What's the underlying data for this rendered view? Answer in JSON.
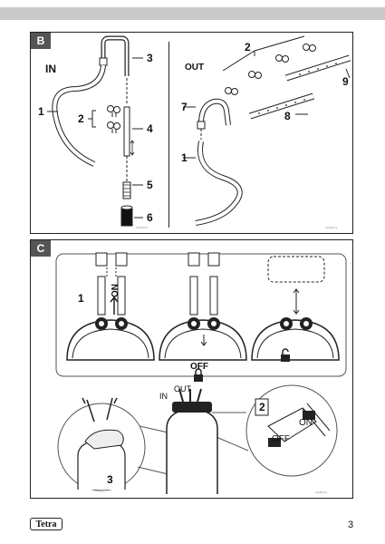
{
  "panel_b": {
    "tag": "B",
    "in_label": "IN",
    "out_label": "OUT",
    "callouts_in": [
      "1",
      "2",
      "3",
      "4",
      "5",
      "6"
    ],
    "callouts_out": [
      "1",
      "2",
      "7",
      "8",
      "9"
    ],
    "footnote_in": "AE0802/3",
    "footnote_out": "AE0802/3"
  },
  "panel_c": {
    "tag": "C",
    "callout_1": "1",
    "callout_2": "2",
    "callout_3": "3",
    "on_label": "ON",
    "off_label": "OFF",
    "in_label": "IN",
    "out_label": "OUT",
    "zoom_on": "ON",
    "zoom_off": "OFF",
    "footnote": "AE0802/3"
  },
  "footer": {
    "logo": "Tetra",
    "page_number": "3"
  }
}
